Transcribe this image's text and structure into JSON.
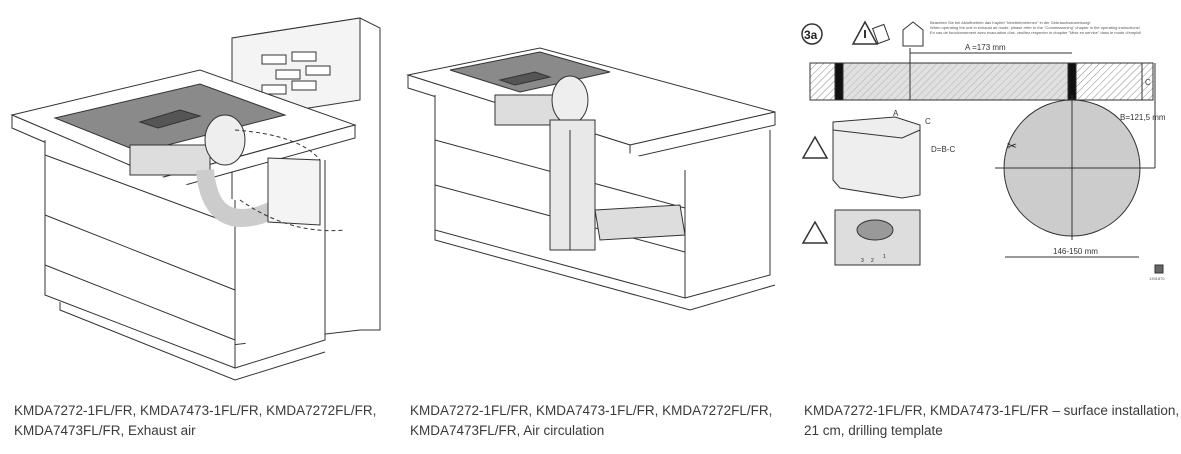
{
  "figures": [
    {
      "caption": "KMDA7272-1FL/FR, KMDA7473-1FL/FR, KMDA7272FL/FR, KMDA7473FL/FR, Exhaust air"
    },
    {
      "caption": "KMDA7272-1FL/FR, KMDA7473-1FL/FR, KMDA7272FL/FR, KMDA7473FL/FR, Air circulation"
    },
    {
      "caption": "KMDA7272-1FL/FR, KMDA7473-1FL/FR – surface installation, 21 cm, drilling template",
      "step_label": "3a",
      "notice_lines": [
        "Beachten Sie bei Abluftbetrieb das Kapitel \"Inbetriebnehmen\" in der Gebrauchsanweisung!",
        "When operating the unit in exhaust air mode, please refer to the \"Commissioning\" chapter in the operating instructions!",
        "En cas de fonctionnement avec évacuation d'air, veuillez respecter le chapitre \"Mise en service\" dans le mode d'emploi!"
      ],
      "dimensions": {
        "a": "A =173 mm",
        "b": "B=121,5 mm",
        "c": "C",
        "d": "D=B-C",
        "a_small": "A",
        "c_small": "C",
        "diameter": "146-150 mm"
      },
      "callouts": [
        "3",
        "2",
        "1"
      ],
      "doc_code": "1391870"
    }
  ]
}
